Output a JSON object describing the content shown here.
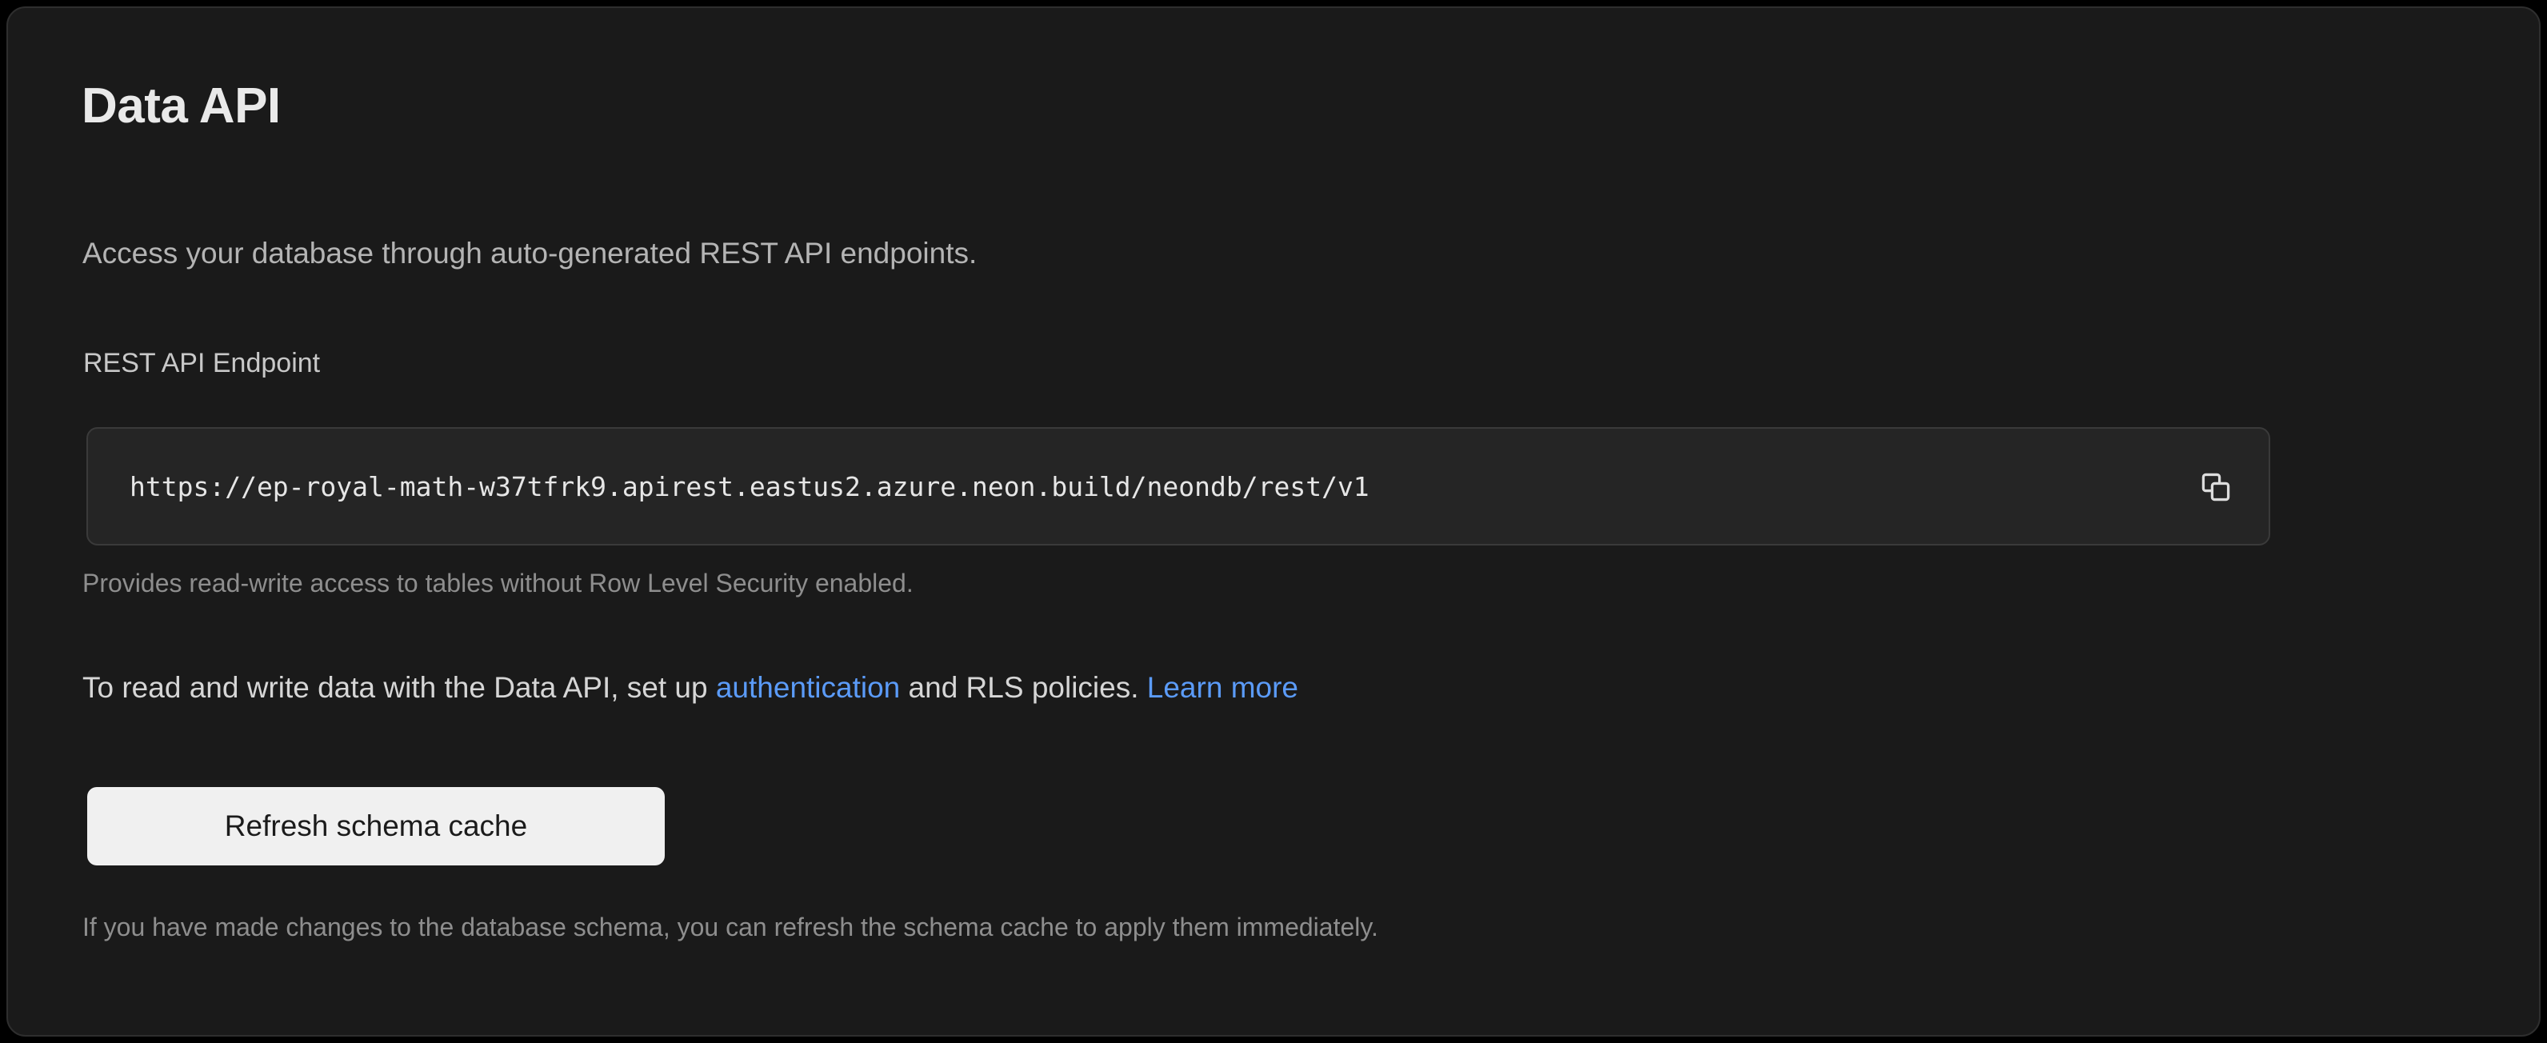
{
  "card": {
    "title": "Data API",
    "subtitle": "Access your database through auto-generated REST API endpoints.",
    "endpoint": {
      "label": "REST API Endpoint",
      "value": "https://ep-royal-math-w37tfrk9.apirest.eastus2.azure.neon.build/neondb/rest/v1",
      "copy_icon": "copy-icon",
      "helper": "Provides read-write access to tables without Row Level Security enabled."
    },
    "paragraph": {
      "text_before_link": "To read and write data with the Data API, set up ",
      "link_auth": "authentication",
      "text_between": " and RLS policies. ",
      "link_learn_more": "Learn more"
    },
    "refresh": {
      "button_label": "Refresh schema cache",
      "helper": "If you have made changes to the database schema, you can refresh the schema cache to apply them immediately."
    }
  },
  "colors": {
    "page_background": "#000000",
    "card_background": "#1a1a1a",
    "card_border": "#2e2e2e",
    "input_background": "#252525",
    "input_border": "#3a3a3a",
    "link_accent": "#5b9bf8",
    "button_background": "#f0f0f0",
    "button_text": "#1b1b1b"
  }
}
